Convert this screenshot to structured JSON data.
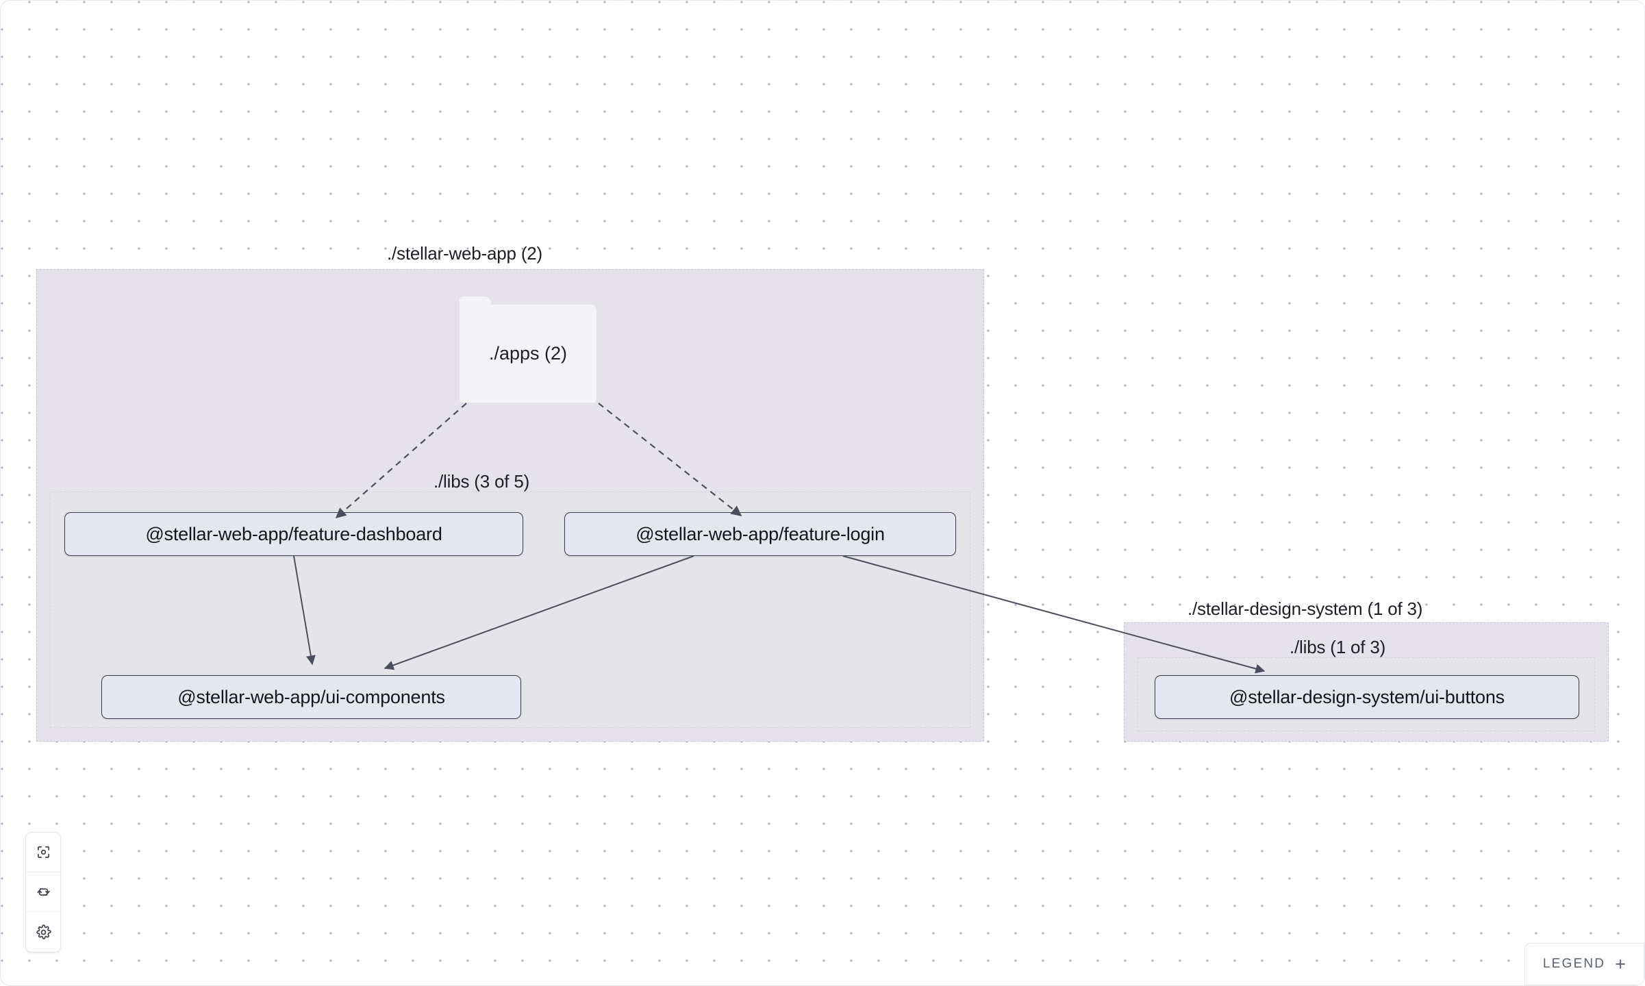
{
  "canvas": {
    "background_color": "#ffffff",
    "dot_color": "#a7b1c2",
    "dot_spacing": 40
  },
  "graph": {
    "projects": [
      {
        "id": "stellar-web-app",
        "label": "./stellar-web-app (2)",
        "folders": [
          {
            "id": "apps",
            "label": "./apps (2)"
          }
        ],
        "libs_label": "./libs (3 of 5)",
        "nodes": [
          {
            "id": "feature-dashboard",
            "label": "@stellar-web-app/feature-dashboard"
          },
          {
            "id": "feature-login",
            "label": "@stellar-web-app/feature-login"
          },
          {
            "id": "ui-components",
            "label": "@stellar-web-app/ui-components"
          }
        ]
      },
      {
        "id": "stellar-design-system",
        "label": "./stellar-design-system (1 of 3)",
        "folders": [],
        "libs_label": "./libs (1 of 3)",
        "nodes": [
          {
            "id": "ui-buttons",
            "label": "@stellar-design-system/ui-buttons"
          }
        ]
      }
    ],
    "edges": [
      {
        "from": "apps",
        "to": "feature-dashboard",
        "style": "dashed"
      },
      {
        "from": "apps",
        "to": "feature-login",
        "style": "dashed"
      },
      {
        "from": "feature-dashboard",
        "to": "ui-components",
        "style": "solid"
      },
      {
        "from": "feature-login",
        "to": "ui-components",
        "style": "solid"
      },
      {
        "from": "feature-login",
        "to": "ui-buttons",
        "style": "solid"
      }
    ],
    "colors": {
      "group_fill": "#e5e3e9",
      "group_border": "#c9c6d1",
      "node_fill": "#e4e7f0",
      "node_border": "#3a3c47",
      "folder_fill": "#f4f4f7",
      "edge_color": "#4b4f5c"
    }
  },
  "toolbar": {
    "buttons": [
      {
        "id": "focus",
        "icon": "focus-target-icon",
        "title": "Focus"
      },
      {
        "id": "refresh",
        "icon": "refresh-cycle-icon",
        "title": "Refresh"
      },
      {
        "id": "settings",
        "icon": "gear-icon",
        "title": "Settings"
      }
    ]
  },
  "legend": {
    "label": "LEGEND",
    "toggle": "+"
  }
}
